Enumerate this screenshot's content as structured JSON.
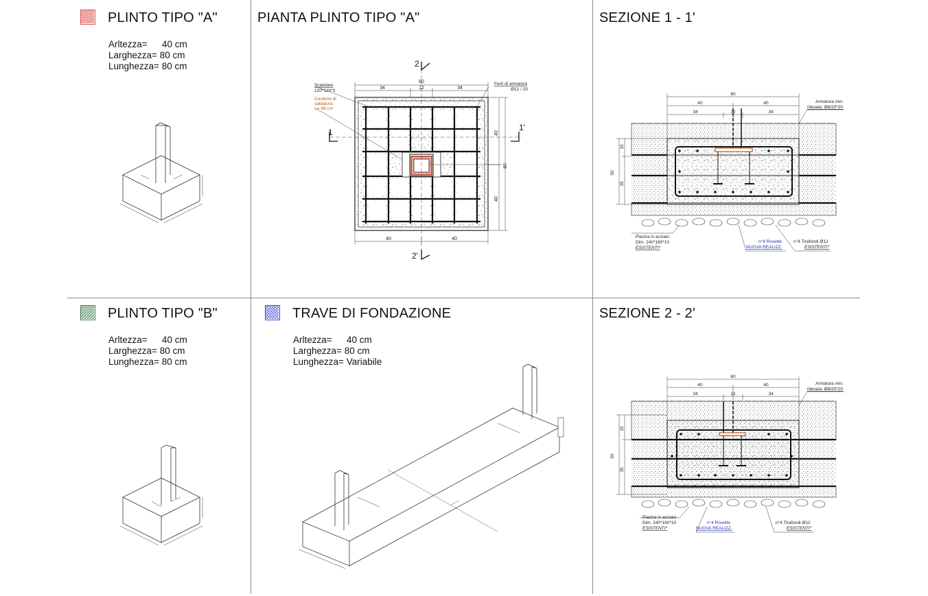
{
  "panels": {
    "plinto_a": {
      "title": "PLINTO TIPO \"A\"",
      "swatch_color": "#d9534f",
      "specs": [
        {
          "label": "Arltezza=",
          "value": "40 cm"
        },
        {
          "label": "Larghezza=",
          "value": "80 cm"
        },
        {
          "label": "Lunghezza=",
          "value": "80 cm"
        }
      ]
    },
    "pianta": {
      "title": "PIANTA PLINTO TIPO \"A\"",
      "labels": {
        "top_width": "80",
        "seg_left": "34",
        "seg_mid": "12",
        "seg_right": "34",
        "bottom_left": "40",
        "bottom_right": "40",
        "side_top": "40",
        "side_bottom": "40",
        "side_total": "80",
        "scatolare": "Scatolare",
        "scatolare_dim": "120*120*3",
        "cordone_1": "Cordone di",
        "cordone_2": "saldatura",
        "cordone_3": "L= 48 cm",
        "ferri_1": "Ferri di armatura",
        "ferri_2": "Ø12 / 20",
        "sec_1": "1",
        "sec_1p": "1'",
        "sec_2": "2",
        "sec_2p": "2'"
      }
    },
    "sezione_1": {
      "title": "SEZIONE 1 - 1'",
      "labels": {
        "total": "80",
        "half_l": "40",
        "half_r": "40",
        "seg_l": "34",
        "seg_m": "12",
        "seg_r": "34",
        "h_total": "50",
        "h_top": "15",
        "h_bot": "35",
        "armatura_1": "Armatura min.",
        "armatura_2": "rilevata: Ø8/20*20",
        "piastra_1": "Piastra in acciaio",
        "piastra_2": "Dim. 240*160*10",
        "piastra_3": "ESISTENTI*",
        "rosette_1": "n°4 Rosette",
        "rosette_2": "NUOVA REALIZZ.",
        "tirafondi_1": "n°4 Tirafondi Ø12",
        "tirafondi_2": "ESISTENTI*"
      }
    },
    "plinto_b": {
      "title": "PLINTO TIPO \"B\"",
      "swatch_color": "#3d7a4a",
      "specs": [
        {
          "label": "Arltezza=",
          "value": "40 cm"
        },
        {
          "label": "Larghezza=",
          "value": "80 cm"
        },
        {
          "label": "Lunghezza=",
          "value": "80 cm"
        }
      ]
    },
    "trave": {
      "title": "TRAVE DI FONDAZIONE",
      "swatch_color": "#3a46c8",
      "specs": [
        {
          "label": "Arltezza=",
          "value": "40 cm"
        },
        {
          "label": "Larghezza=",
          "value": "80 cm"
        },
        {
          "label": "Lunghezza=",
          "value": "Variabile"
        }
      ]
    },
    "sezione_2": {
      "title": "SEZIONE 2 - 2'",
      "labels": {
        "total": "80",
        "half_l": "40",
        "half_r": "40",
        "seg_l": "34",
        "seg_m": "12",
        "seg_r": "34",
        "h_total": "50",
        "h_top": "15",
        "h_bot": "35",
        "armatura_1": "Armatura min.",
        "armatura_2": "rilevata: Ø8/20*20",
        "piastra_1": "Piastra in acciaio",
        "piastra_2": "Dim. 240*160*10",
        "piastra_3": "ESISTENTI*",
        "rosette_1": "n°4 Rosette",
        "rosette_2": "NUOVA REALIZZ.",
        "tirafondi_1": "n°4 Tirafondi Ø12",
        "tirafondi_2": "ESISTENTI*"
      }
    }
  }
}
